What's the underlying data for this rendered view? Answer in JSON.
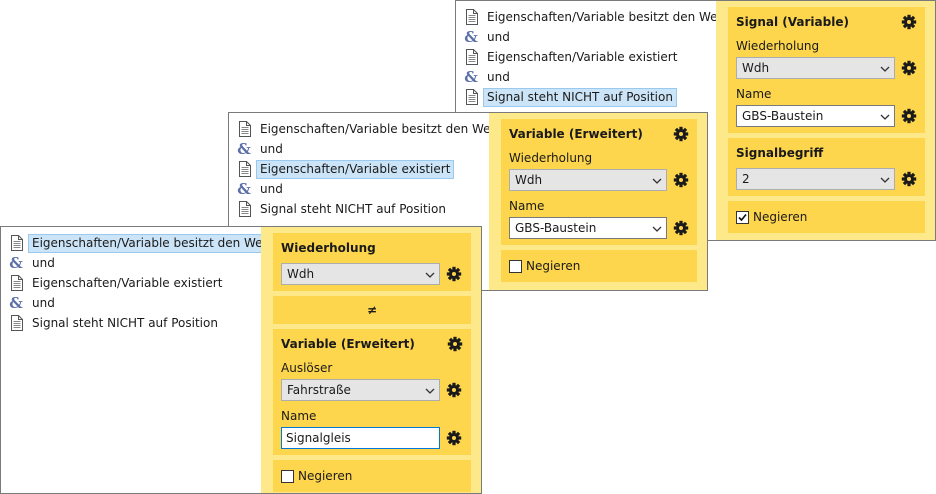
{
  "windows": [
    {
      "tree": [
        {
          "type": "doc",
          "label": "Eigenschaften/Variable besitzt den Wert",
          "selected": false
        },
        {
          "type": "and",
          "label": "und",
          "selected": false
        },
        {
          "type": "doc",
          "label": "Eigenschaften/Variable existiert",
          "selected": false
        },
        {
          "type": "and",
          "label": "und",
          "selected": false
        },
        {
          "type": "doc",
          "label": "Signal steht NICHT auf Position",
          "selected": true
        }
      ],
      "panel": {
        "group1": {
          "title": "Signal (Variable)",
          "field1_label": "Wiederholung",
          "field1_value": "Wdh",
          "field2_label": "Name",
          "field2_value": "GBS-Baustein"
        },
        "group2": {
          "title": "Signalbegriff",
          "value": "2"
        },
        "negate": {
          "label": "Negieren",
          "checked": true
        }
      }
    },
    {
      "tree": [
        {
          "type": "doc",
          "label": "Eigenschaften/Variable besitzt den Wert",
          "selected": false
        },
        {
          "type": "and",
          "label": "und",
          "selected": false
        },
        {
          "type": "doc",
          "label": "Eigenschaften/Variable existiert",
          "selected": true
        },
        {
          "type": "and",
          "label": "und",
          "selected": false
        },
        {
          "type": "doc",
          "label": "Signal steht NICHT auf Position",
          "selected": false
        }
      ],
      "panel": {
        "group1": {
          "title": "Variable (Erweitert)",
          "field1_label": "Wiederholung",
          "field1_value": "Wdh",
          "field2_label": "Name",
          "field2_value": "GBS-Baustein"
        },
        "negate": {
          "label": "Negieren",
          "checked": false
        }
      }
    },
    {
      "tree": [
        {
          "type": "doc",
          "label": "Eigenschaften/Variable besitzt den Wert",
          "selected": true
        },
        {
          "type": "and",
          "label": "und",
          "selected": false
        },
        {
          "type": "doc",
          "label": "Eigenschaften/Variable existiert",
          "selected": false
        },
        {
          "type": "and",
          "label": "und",
          "selected": false
        },
        {
          "type": "doc",
          "label": "Signal steht NICHT auf Position",
          "selected": false
        }
      ],
      "panel": {
        "group0": {
          "title": "Wiederholung",
          "value": "Wdh"
        },
        "operator": "≠",
        "group1": {
          "title": "Variable (Erweitert)",
          "field1_label": "Auslöser",
          "field1_value": "Fahrstraße",
          "field2_label": "Name",
          "field2_value": "Signalgleis"
        },
        "negate": {
          "label": "Negieren",
          "checked": false
        }
      }
    }
  ],
  "icons": {
    "tree_doc": "document-icon",
    "tree_and": "ampersand-icon",
    "settings": "gear-icon",
    "dropdown": "chevron-down-icon",
    "check": "checkmark-icon"
  },
  "colors": {
    "panel_bg": "#fde88a",
    "group_bg": "#fdd64d",
    "selection_bg": "#cce4f7",
    "selection_border": "#99c9ef",
    "focus_border": "#0078d7"
  }
}
